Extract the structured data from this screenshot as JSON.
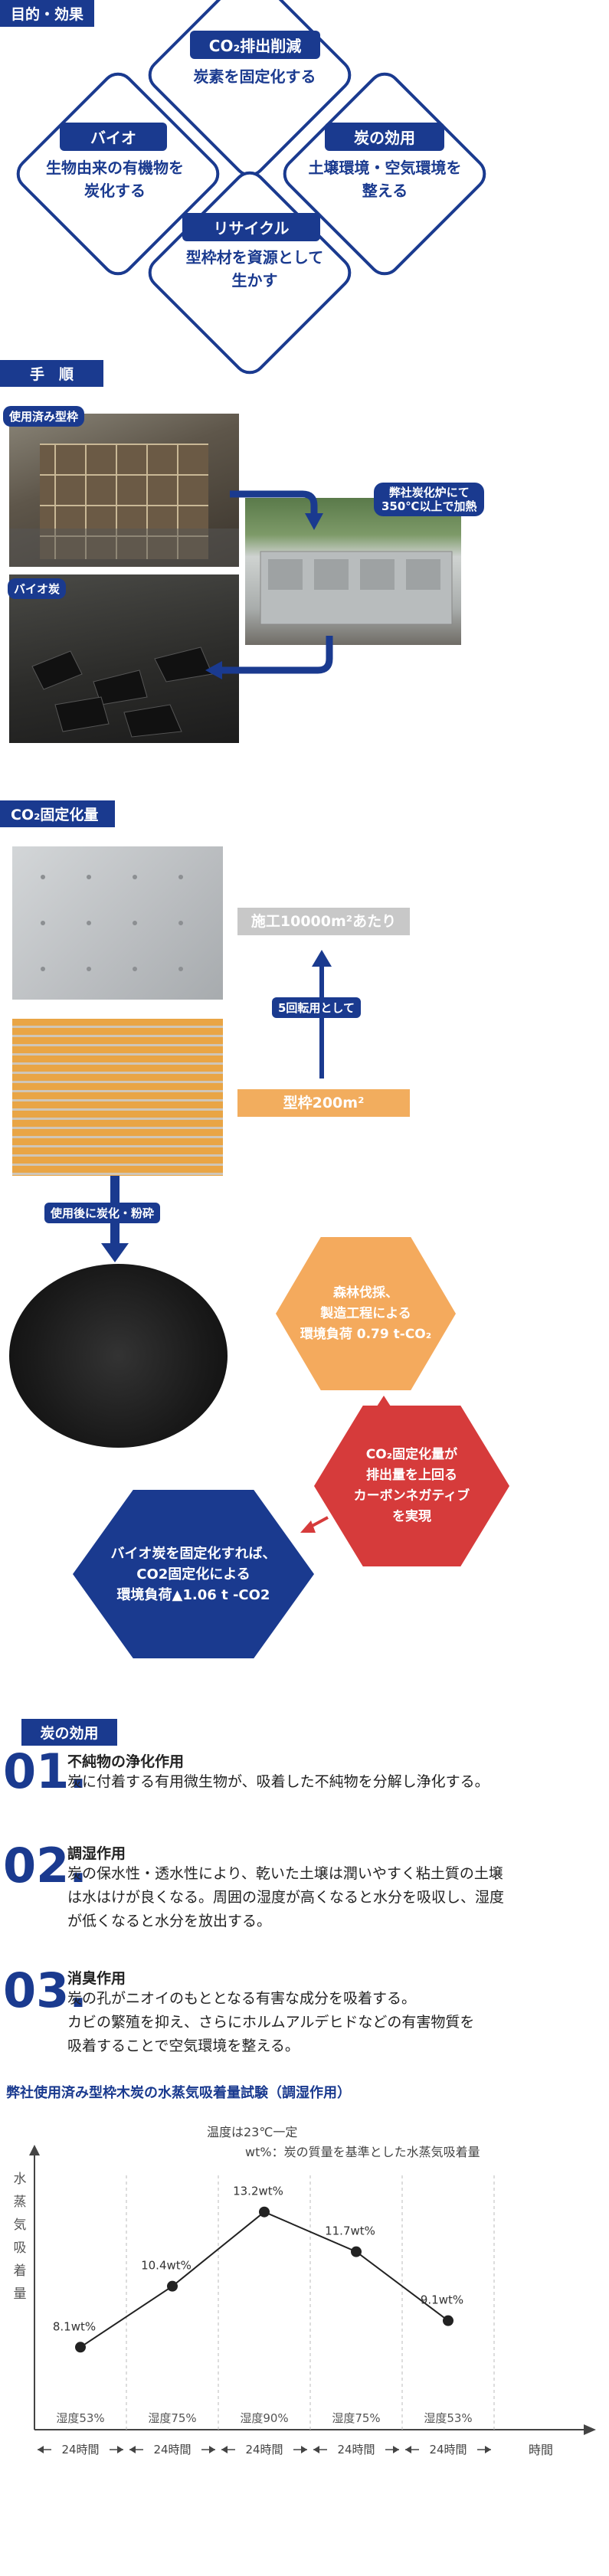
{
  "sections": {
    "purpose": "目的・効果",
    "procedure": "手　順",
    "co2": "CO₂固定化量",
    "effect": "炭の効用"
  },
  "diamonds": {
    "co2": {
      "title": "CO₂排出削減",
      "text": "炭素を固定化する"
    },
    "bio": {
      "title": "バイオ",
      "text1": "生物由来の有機物を",
      "text2": "炭化する"
    },
    "charcoal": {
      "title": "炭の効用",
      "text1": "土壌環境・空気環境を",
      "text2": "整える"
    },
    "recycle": {
      "title": "リサイクル",
      "text1": "型枠材を資源として",
      "text2": "生かす"
    }
  },
  "procedure": {
    "tag_used": "使用済み型枠",
    "tag_kiln1": "弊社炭化炉にて",
    "tag_kiln2": "350℃以上で加熱",
    "tag_bio": "バイオ炭"
  },
  "co2calc": {
    "per_area": "施工10000m²あたり",
    "five_times": "5回転用として",
    "formwork": "型枠200m²",
    "after_use": "使用後に炭化・粉砕"
  },
  "hexes": {
    "forest": {
      "l1": "森林伐採、",
      "l2": "製造工程による",
      "l3": "環境負荷  0.79 t-CO₂"
    },
    "carbon": {
      "l1": "CO₂固定化量が",
      "l2": "排出量を上回る",
      "l3": "カーボンネガティブ",
      "l4": "を実現"
    },
    "bio": {
      "l1": "バイオ炭を固定化すれば、",
      "l2": "CO2固定化による",
      "l3": "環境負荷▲1.06 t -CO2"
    }
  },
  "effects": [
    {
      "num": "01.",
      "head": "不純物の浄化作用",
      "lines": [
        "炭に付着する有用微生物が、吸着した不純物を分解し浄化する。"
      ]
    },
    {
      "num": "02.",
      "head": "調湿作用",
      "lines": [
        "炭の保水性・透水性により、乾いた土壌は潤いやすく粘土質の土壌",
        "は水はけが良くなる。周囲の湿度が高くなると水分を吸収し、湿度",
        "が低くなると水分を放出する。"
      ]
    },
    {
      "num": "03.",
      "head": "消臭作用",
      "lines": [
        "炭の孔がニオイのもととなる有害な成分を吸着する。",
        "カビの繁殖を抑え、さらにホルムアルデヒドなどの有害物質を",
        "吸着することで空気環境を整える。"
      ]
    }
  ],
  "chart_heading": "弊社使用済み型枠木炭の水蒸気吸着量試験（調湿作用）",
  "chart_data": {
    "type": "line",
    "note_temp": "温度は23℃一定",
    "note_wt": "wt%：炭の質量を基準とした水蒸気吸着量",
    "ylabel": [
      "水",
      "蒸",
      "気",
      "吸",
      "着",
      "量"
    ],
    "xlabel": "時間",
    "x_period": "24時間",
    "categories": [
      "湿度53%",
      "湿度75%",
      "湿度90%",
      "湿度75%",
      "湿度53%"
    ],
    "values": [
      8.1,
      10.4,
      13.2,
      11.7,
      9.1
    ],
    "labels": [
      "8.1wt%",
      "10.4wt%",
      "13.2wt%",
      "11.7wt%",
      "9.1wt%"
    ]
  }
}
